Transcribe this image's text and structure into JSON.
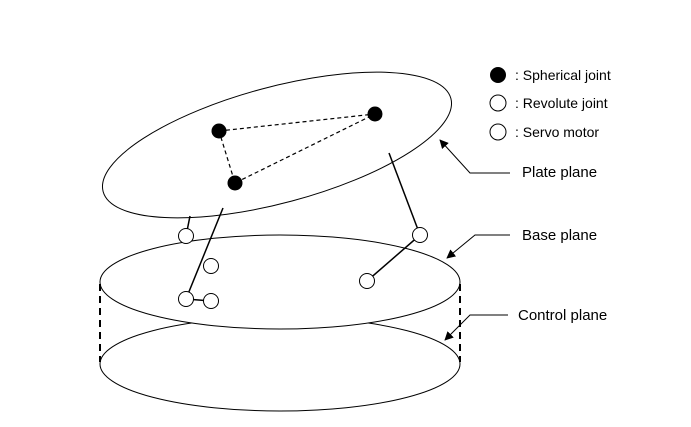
{
  "legend": {
    "spherical": ": Spherical joint",
    "revolute": ": Revolute joint",
    "servo": ": Servo motor"
  },
  "callouts": {
    "plate": "Plate plane",
    "base": "Base plane",
    "control": "Control plane"
  },
  "colors": {
    "line": "#000000",
    "background": "#ffffff",
    "filled_joint": "#000000",
    "hollow_joint": "#ffffff"
  }
}
